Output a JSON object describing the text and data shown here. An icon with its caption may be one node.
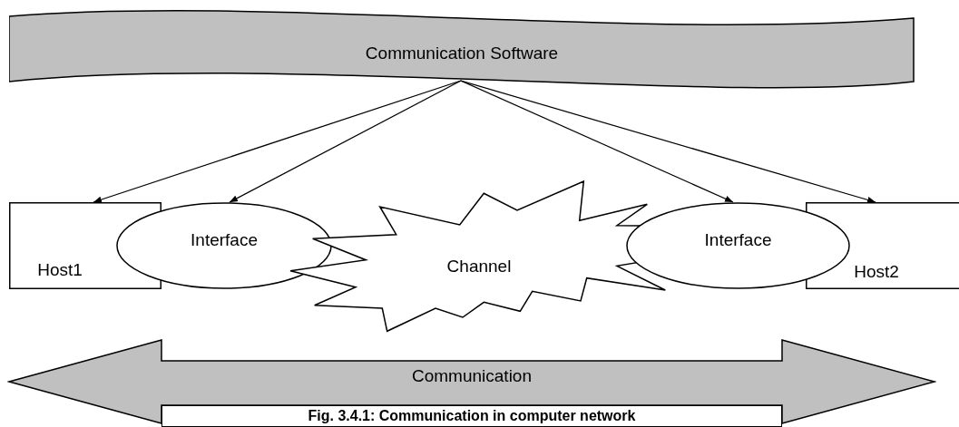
{
  "diagram": {
    "caption": "Fig. 3.4.1: Communication in computer network",
    "nodes": [
      {
        "text": [
          "Communication Software"
        ]
      },
      {
        "text": [
          "Host1"
        ]
      },
      {
        "text": [
          "Interface"
        ]
      },
      {
        "text": [
          "Channel"
        ]
      },
      {
        "text": [
          "Interface"
        ]
      },
      {
        "text": [
          "Host2"
        ]
      },
      {
        "text": [
          "Communication"
        ]
      }
    ],
    "edges": [
      {
        "from": 0,
        "to": 1,
        "arrow": "to"
      },
      {
        "from": 0,
        "to": 2,
        "arrow": "to"
      },
      {
        "from": 0,
        "to": 4,
        "arrow": "to"
      },
      {
        "from": 0,
        "to": 5,
        "arrow": "to"
      }
    ]
  }
}
